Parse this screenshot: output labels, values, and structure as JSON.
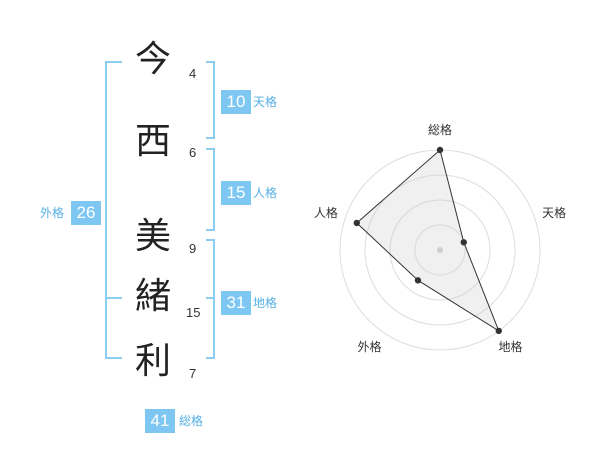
{
  "name": {
    "chars": [
      {
        "char": "今",
        "strokes": "4"
      },
      {
        "char": "西",
        "strokes": "6"
      },
      {
        "char": "美",
        "strokes": "9"
      },
      {
        "char": "緒",
        "strokes": "15"
      },
      {
        "char": "利",
        "strokes": "7"
      }
    ]
  },
  "fortune": {
    "tenkaku": {
      "value": "10",
      "label": "天格"
    },
    "jinkaku": {
      "value": "15",
      "label": "人格"
    },
    "chikaku": {
      "value": "31",
      "label": "地格"
    },
    "gaikaku": {
      "value": "26",
      "label": "外格"
    },
    "soukaku": {
      "value": "41",
      "label": "総格"
    }
  },
  "colors": {
    "accent": "#7ec7f2",
    "accent_text": "#55b0e6",
    "bracket": "#8ccdf2",
    "text": "#222222"
  },
  "chart_data": {
    "type": "radar",
    "axes": [
      "総格",
      "天格",
      "地格",
      "外格",
      "人格"
    ],
    "values": [
      4,
      1,
      4,
      1.5,
      3.5
    ],
    "rmax": 4,
    "rings": 4,
    "grid": true
  }
}
